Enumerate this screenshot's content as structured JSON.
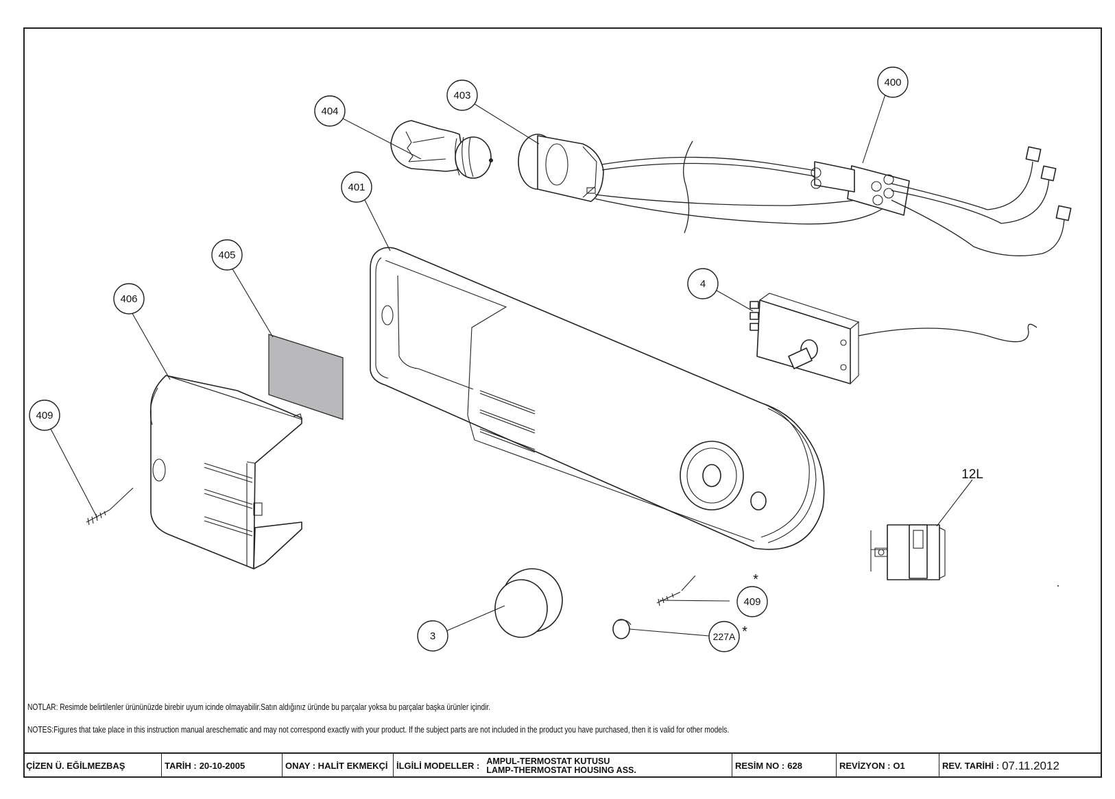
{
  "callouts": [
    {
      "id": "c400",
      "label": "400"
    },
    {
      "id": "c403",
      "label": "403"
    },
    {
      "id": "c404",
      "label": "404"
    },
    {
      "id": "c401",
      "label": "401"
    },
    {
      "id": "c405",
      "label": "405"
    },
    {
      "id": "c406",
      "label": "406"
    },
    {
      "id": "c409a",
      "label": "409"
    },
    {
      "id": "c4",
      "label": "4"
    },
    {
      "id": "c3",
      "label": "3"
    },
    {
      "id": "c409b",
      "label": "409"
    },
    {
      "id": "c227a",
      "label": "227A"
    }
  ],
  "labels": {
    "part_12l": "12L",
    "asterisk": "*"
  },
  "notes": {
    "tr": "NOTLAR: Resimde belirtilenler ürününüzde birebir  uyum icinde olmayabilir.Satın aldığınız üründe bu parçalar yoksa bu parçalar başka ürünler içindir.",
    "en": "NOTES:Figures that take place in this instruction manual areschematic  and may not correspond exactly with your product. If the subject parts are not included in the product you have purchased, then it is valid for other models."
  },
  "titleblock": {
    "drawn_by": "ÇİZEN Ü. EĞİLMEZBAŞ",
    "date_label": "TARİH :",
    "date_value": "20-10-2005",
    "approved_label": "ONAY : HALİT EKMEKÇİ",
    "models_label": "İLGİLİ MODELLER :",
    "title_tr": "AMPUL-TERMOSTAT KUTUSU",
    "title_en": "LAMP-THERMOSTAT HOUSING ASS.",
    "drawing_no_label": "RESİM NO :",
    "drawing_no_value": "628",
    "revision_label": "REVİZYON :",
    "revision_value": "O1",
    "rev_date_label": "REV. TARİHİ :",
    "rev_date_value": "07.11.2012"
  }
}
